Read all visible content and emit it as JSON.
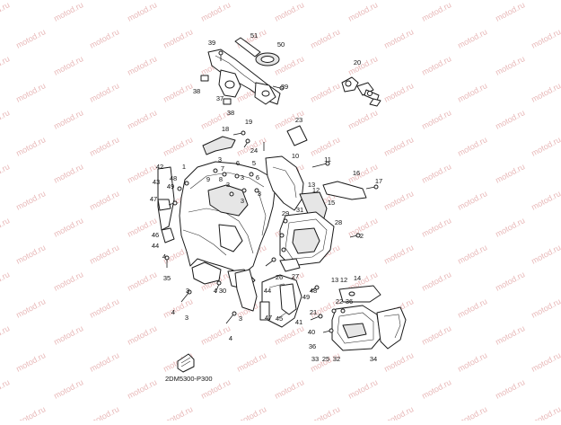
{
  "watermark": {
    "text": "motod.ru",
    "color": "#e8b8b8"
  },
  "diagram_code": "2DM5300-P300",
  "callouts": [
    {
      "id": "c51",
      "label": "51"
    },
    {
      "id": "c50",
      "label": "50"
    },
    {
      "id": "c39a",
      "label": "39"
    },
    {
      "id": "c39b",
      "label": "39"
    },
    {
      "id": "c38a",
      "label": "38"
    },
    {
      "id": "c37",
      "label": "37"
    },
    {
      "id": "c38b",
      "label": "38"
    },
    {
      "id": "c20",
      "label": "20"
    },
    {
      "id": "c23",
      "label": "23"
    },
    {
      "id": "c19",
      "label": "19"
    },
    {
      "id": "c18",
      "label": "18"
    },
    {
      "id": "c24",
      "label": "24"
    },
    {
      "id": "c10",
      "label": "10"
    },
    {
      "id": "c11",
      "label": "11"
    },
    {
      "id": "c16",
      "label": "16"
    },
    {
      "id": "c17",
      "label": "17"
    },
    {
      "id": "c13a",
      "label": "13"
    },
    {
      "id": "c12a",
      "label": "12"
    },
    {
      "id": "c15",
      "label": "15"
    },
    {
      "id": "c42",
      "label": "42"
    },
    {
      "id": "c1",
      "label": "1"
    },
    {
      "id": "c43",
      "label": "43"
    },
    {
      "id": "c48a",
      "label": "48"
    },
    {
      "id": "c49a",
      "label": "49"
    },
    {
      "id": "c47a",
      "label": "47"
    },
    {
      "id": "c46",
      "label": "46"
    },
    {
      "id": "c44a",
      "label": "44"
    },
    {
      "id": "c3a",
      "label": "3"
    },
    {
      "id": "c6a",
      "label": "6"
    },
    {
      "id": "c7",
      "label": "7"
    },
    {
      "id": "c9",
      "label": "9"
    },
    {
      "id": "c8",
      "label": "8"
    },
    {
      "id": "c5",
      "label": "5"
    },
    {
      "id": "c3b",
      "label": "3"
    },
    {
      "id": "c6b",
      "label": "6"
    },
    {
      "id": "c3c",
      "label": "3"
    },
    {
      "id": "c3d",
      "label": "3"
    },
    {
      "id": "c3e",
      "label": "3"
    },
    {
      "id": "c29",
      "label": "29"
    },
    {
      "id": "c31",
      "label": "31"
    },
    {
      "id": "c28",
      "label": "28"
    },
    {
      "id": "c2",
      "label": "2"
    },
    {
      "id": "c4a",
      "label": "4"
    },
    {
      "id": "c35",
      "label": "35"
    },
    {
      "id": "c3f",
      "label": "3"
    },
    {
      "id": "c30",
      "label": "30"
    },
    {
      "id": "c4b",
      "label": "4"
    },
    {
      "id": "c3g",
      "label": "3"
    },
    {
      "id": "c4c",
      "label": "4"
    },
    {
      "id": "c44b",
      "label": "44"
    },
    {
      "id": "c26",
      "label": "26"
    },
    {
      "id": "c27",
      "label": "27"
    },
    {
      "id": "c48b",
      "label": "48"
    },
    {
      "id": "c49b",
      "label": "49"
    },
    {
      "id": "c47b",
      "label": "47"
    },
    {
      "id": "c45",
      "label": "45"
    },
    {
      "id": "c41",
      "label": "41"
    },
    {
      "id": "c13b",
      "label": "13"
    },
    {
      "id": "c12b",
      "label": "12"
    },
    {
      "id": "c14",
      "label": "14"
    },
    {
      "id": "c22",
      "label": "22"
    },
    {
      "id": "c36a",
      "label": "36"
    },
    {
      "id": "c21",
      "label": "21"
    },
    {
      "id": "c40",
      "label": "40"
    },
    {
      "id": "c36b",
      "label": "36"
    },
    {
      "id": "c33",
      "label": "33"
    },
    {
      "id": "c25",
      "label": "25"
    },
    {
      "id": "c32",
      "label": "32"
    },
    {
      "id": "c34",
      "label": "34"
    },
    {
      "id": "c3h",
      "label": "3"
    },
    {
      "id": "c4d",
      "label": "4"
    }
  ]
}
